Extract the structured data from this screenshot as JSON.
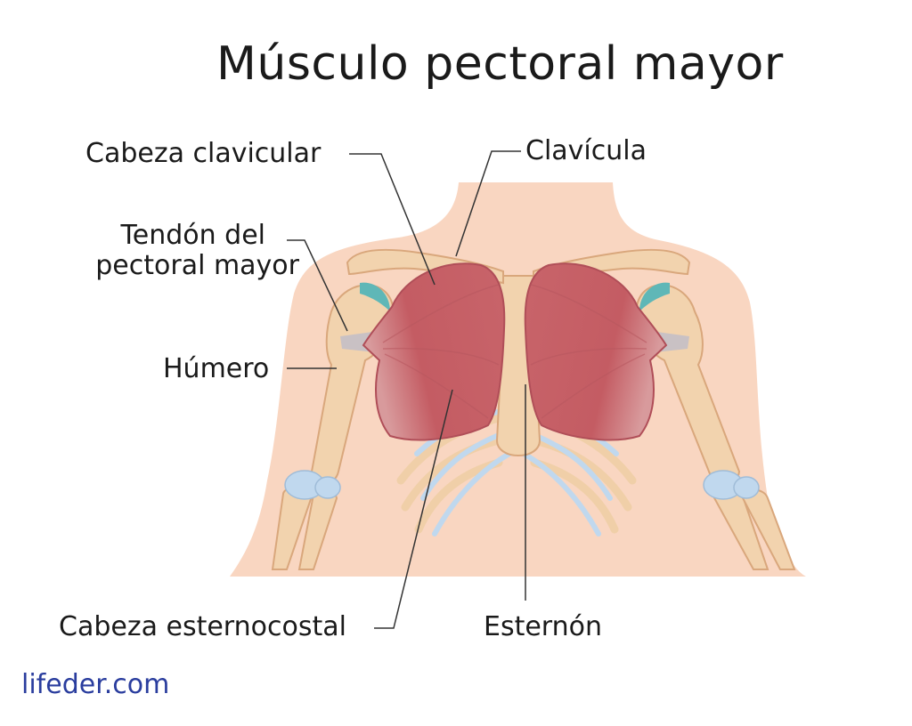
{
  "title": "Músculo pectoral mayor",
  "labels": {
    "cabeza_clavicular": "Cabeza clavicular",
    "clavicula": "Clavícula",
    "tendon_line1": "Tendón del",
    "tendon_line2": "pectoral mayor",
    "humero": "Húmero",
    "cabeza_esternocostal": "Cabeza esternocostal",
    "esternon": "Esternón"
  },
  "brand": "lifeder.com",
  "colors": {
    "skin": "#f9d6c1",
    "bone": "#f2d3ae",
    "bone_edge": "#d9a77c",
    "muscle": "#c8646a",
    "muscle_dark": "#b04e58",
    "tendon": "#c9c1c4",
    "cartilage": "#c0d8ee",
    "joint": "#5fb7b7",
    "text": "#1a1a1a",
    "brand": "#2a3d9e"
  }
}
